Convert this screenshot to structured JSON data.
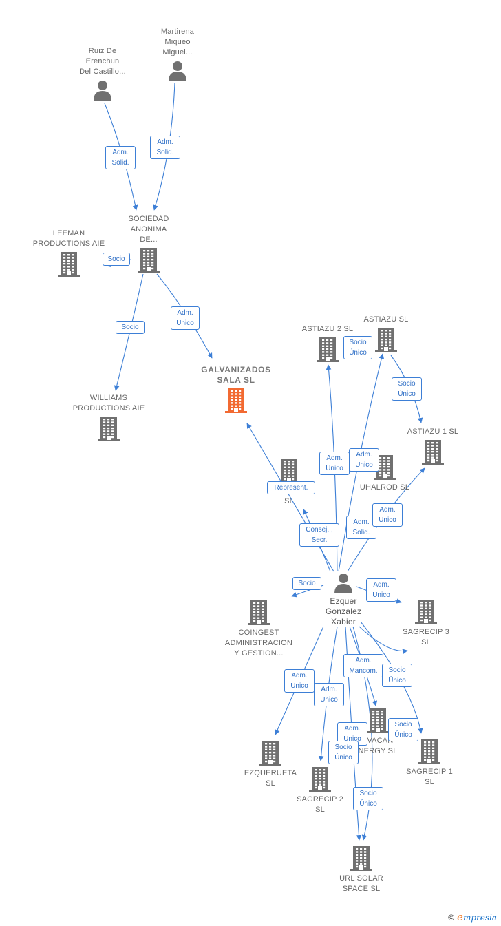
{
  "colors": {
    "node": "#707070",
    "focus": "#f26a32",
    "edge": "#3d7fd6",
    "label": "#666666"
  },
  "nodes": [
    {
      "id": "ruiz",
      "type": "person",
      "label": "Ruiz De\nErenchun\nDel Castillo..."
    },
    {
      "id": "martirena",
      "type": "person",
      "label": "Martirena\nMiqueo\nMiguel..."
    },
    {
      "id": "sociedad",
      "type": "company",
      "label": "SOCIEDAD\nANONIMA\nDE..."
    },
    {
      "id": "leeman",
      "type": "company",
      "label": "LEEMAN\nPRODUCTIONS AIE"
    },
    {
      "id": "williams",
      "type": "company",
      "label": "WILLIAMS\nPRODUCTIONS AIE"
    },
    {
      "id": "galvanizados",
      "type": "focus",
      "label": "GALVANIZADOS\nSALA  SL"
    },
    {
      "id": "astiazu2",
      "type": "company",
      "label": "ASTIAZU 2  SL"
    },
    {
      "id": "astiazu",
      "type": "company",
      "label": "ASTIAZU  SL"
    },
    {
      "id": "astiazu1",
      "type": "company",
      "label": "ASTIAZU 1  SL"
    },
    {
      "id": "uhal2",
      "type": "company",
      "label": "U\n       SL"
    },
    {
      "id": "uhalrod",
      "type": "company",
      "label": "UHALROD SL"
    },
    {
      "id": "ezquer",
      "type": "person",
      "label": "Ezquer\nGonzalez\nXabier"
    },
    {
      "id": "coingest",
      "type": "company",
      "label": "COINGEST\nADMINISTRACION\nY GESTION..."
    },
    {
      "id": "sagrecip3",
      "type": "company",
      "label": "SAGRECIP 3\nSL"
    },
    {
      "id": "ezquerueta",
      "type": "company",
      "label": "EZQUERUETA\nSL"
    },
    {
      "id": "sagrecip2",
      "type": "company",
      "label": "SAGRECIP 2\nSL"
    },
    {
      "id": "avacan",
      "type": "company",
      "label": "AVACAN\nNERGY  SL"
    },
    {
      "id": "sagrecip1",
      "type": "company",
      "label": "SAGRECIP 1\nSL"
    },
    {
      "id": "urlsolar",
      "type": "company",
      "label": "URL SOLAR\nSPACE  SL"
    }
  ],
  "relations": [
    "Adm.\nSolid.",
    "Adm.\nSolid.",
    "Socio",
    "Socio",
    "Adm.\nUnico",
    "Socio\nÚnico",
    "Socio\nÚnico",
    "Adm.\nUnico",
    "Adm.\nUnico",
    "Represent.",
    "Adm.\nSolid.",
    "Adm.\nUnico",
    "Consej. ,\nSecr.",
    "Socio",
    "Adm.\nUnico",
    "Adm.\nMancom.",
    "Socio\nÚnico",
    "Adm.\nUnico",
    "Adm.\nUnico",
    "Socio\nÚnico",
    "Adm.\nUnico",
    "Socio\nÚnico",
    "Socio\nÚnico"
  ],
  "credit": {
    "symbol": "©",
    "brand_e": "e",
    "brand_rest": "mpresia"
  }
}
